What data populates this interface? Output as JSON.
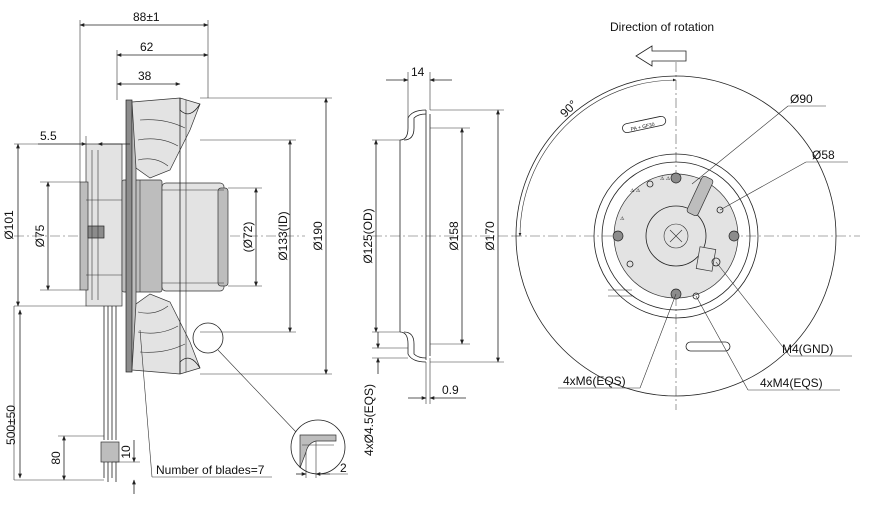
{
  "side_view": {
    "dim_overall_depth": "88±1",
    "dim_62": "62",
    "dim_38": "38",
    "dim_5_5": "5.5",
    "dim_d101": "Ø101",
    "dim_d75": "Ø75",
    "dim_d72": "(Ø72)",
    "dim_d133": "Ø133(ID)",
    "dim_d190": "Ø190",
    "dim_cable": "500±50",
    "dim_80": "80",
    "dim_10": "10",
    "blades_note": "Number of blades=7",
    "detail_dim_2": "2"
  },
  "ring_view": {
    "dim_14": "14",
    "dim_d125": "Ø125(OD)",
    "dim_d158": "Ø158",
    "dim_d170": "Ø170",
    "dim_0_9": "0.9",
    "dim_holes": "4xØ4.5(EQS)"
  },
  "front_view": {
    "rotation_label": "Direction of rotation",
    "angle_90": "90°",
    "material_label": "PA + GF30",
    "dim_d90": "Ø90",
    "dim_d58": "Ø58",
    "label_gnd": "M4(GND)",
    "label_m6": "4xM6(EQS)",
    "label_m4": "4xM4(EQS)"
  }
}
